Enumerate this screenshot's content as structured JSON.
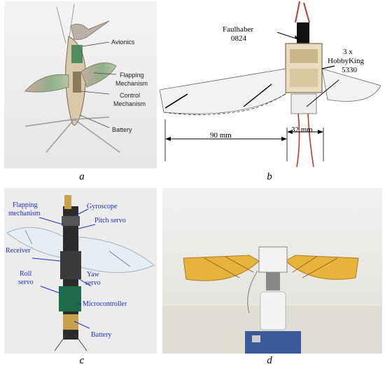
{
  "panels": {
    "a": {
      "caption": "a",
      "labels": {
        "avionics": "Avionics",
        "flapping": "Flapping",
        "flapping2": "Mechanism",
        "control": "Control",
        "control2": "Mechanism",
        "battery": "Battery"
      }
    },
    "b": {
      "caption": "b",
      "labels": {
        "motor1": "Faulhaber",
        "motor2": "0824",
        "servo1": "3 x",
        "servo2": "HobbyKing",
        "servo3": "5330",
        "dim_span": "90 mm",
        "dim_body": "32 mm"
      }
    },
    "c": {
      "caption": "c",
      "labels": {
        "flapping1": "Flapping",
        "flapping2": "mechanism",
        "gyroscope": "Gyroscope",
        "pitch": "Pitch servo",
        "receiver": "Receiver",
        "yaw1": "Yaw",
        "yaw2": "servo",
        "roll1": "Roll",
        "roll2": "servo",
        "micro": "Microcontroller",
        "battery": "Battery"
      }
    },
    "d": {
      "caption": "d"
    }
  },
  "colors": {
    "label_blue": "#1a2fd6",
    "wing_yellow": "#e8b33a",
    "board_green": "#2e7d4f"
  }
}
